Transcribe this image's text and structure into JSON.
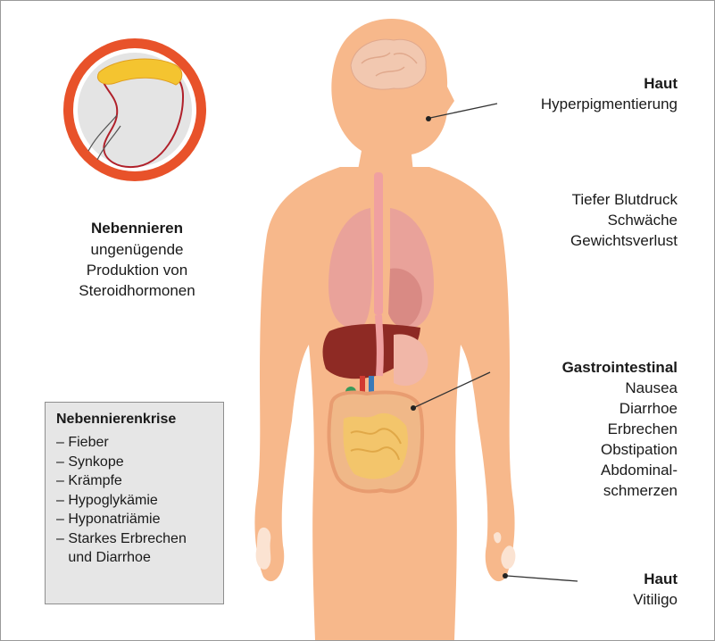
{
  "adrenal": {
    "title": "Nebennieren",
    "description_lines": [
      "ungenügende",
      "Produktion von",
      "Steroidhormonen"
    ]
  },
  "skin_face": {
    "title": "Haut",
    "description": "Hyperpigmentierung"
  },
  "general_symptoms": [
    "Tiefer Blutdruck",
    "Schwäche",
    "Gewichtsverlust"
  ],
  "gastrointestinal": {
    "title": "Gastrointestinal",
    "items": [
      "Nausea",
      "Diarrhoe",
      "Erbrechen",
      "Obstipation",
      "Abdominal-",
      "schmerzen"
    ]
  },
  "skin_hand": {
    "title": "Haut",
    "description": "Vitiligo"
  },
  "crisis": {
    "title": "Nebennierenkrise",
    "items": [
      "– Fieber",
      "– Synkope",
      "– Krämpfe",
      "– Hypoglykämie",
      "– Hyponatriämie",
      "– Starkes Erbrechen",
      "   und Diarrhoe"
    ]
  },
  "colors": {
    "skin": "#f7b88b",
    "circle_ring": "#e8522a",
    "kidney_outline": "#b0202a",
    "adrenal_gland": "#f4c430",
    "lungs": "#e9a29a",
    "liver": "#8e2a24",
    "intestine": "#f3c56b",
    "crisis_box_bg": "#e6e6e6"
  }
}
